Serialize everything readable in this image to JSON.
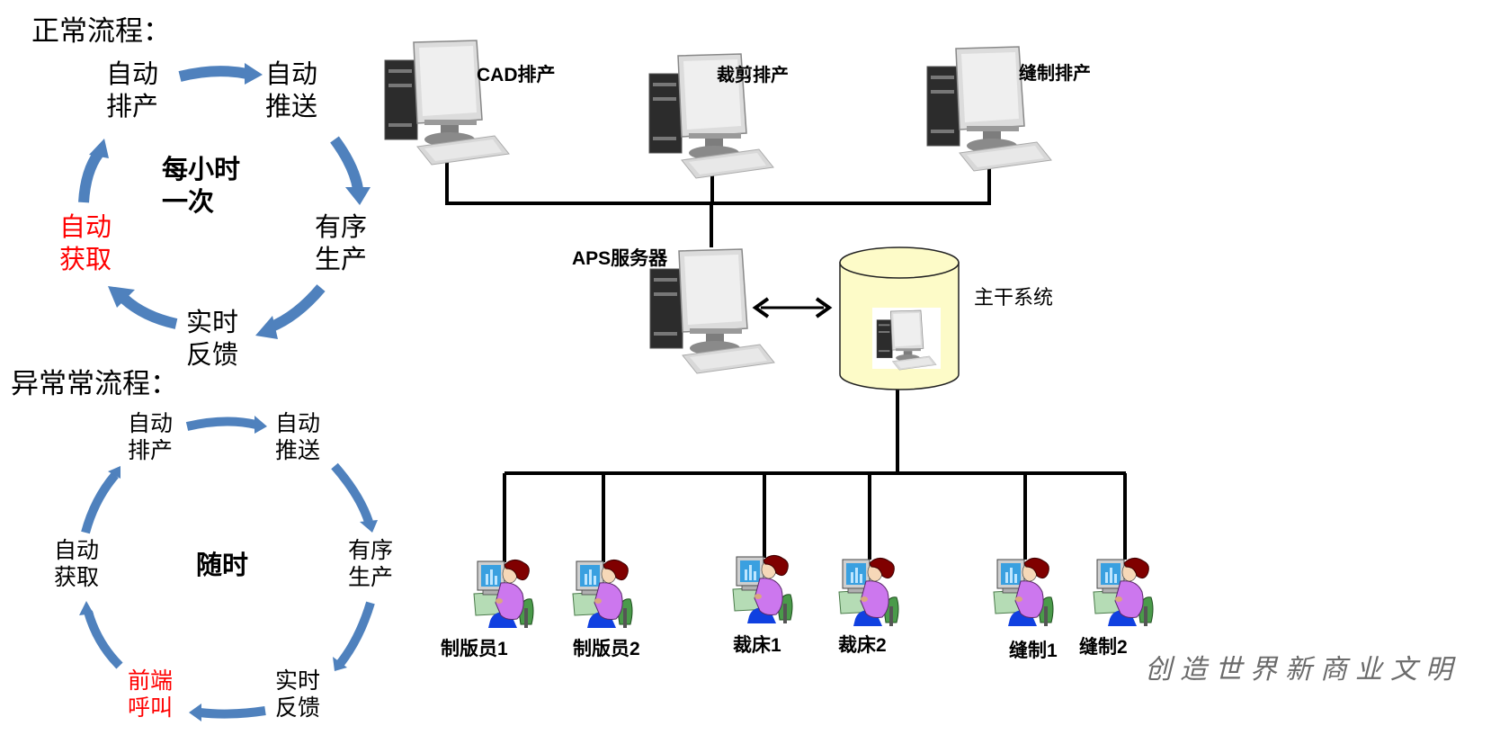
{
  "normal_flow": {
    "title": "正常流程：",
    "center": [
      "每小时",
      "一次"
    ],
    "steps": [
      {
        "line1": "自动",
        "line2": "排产",
        "color": "#000000"
      },
      {
        "line1": "自动",
        "line2": "推送",
        "color": "#000000"
      },
      {
        "line1": "有序",
        "line2": "生产",
        "color": "#000000"
      },
      {
        "line1": "实时",
        "line2": "反馈",
        "color": "#000000"
      },
      {
        "line1": "自动",
        "line2": "获取",
        "color": "#ff0000"
      }
    ]
  },
  "exception_flow": {
    "title": "异常常流程：",
    "center": "随时",
    "steps": [
      {
        "line1": "自动",
        "line2": "排产",
        "color": "#000000"
      },
      {
        "line1": "自动",
        "line2": "推送",
        "color": "#000000"
      },
      {
        "line1": "有序",
        "line2": "生产",
        "color": "#000000"
      },
      {
        "line1": "实时",
        "line2": "反馈",
        "color": "#000000"
      },
      {
        "line1": "前端",
        "line2": "呼叫",
        "color": "#ff0000"
      },
      {
        "line1": "自动",
        "line2": "获取",
        "color": "#000000"
      }
    ]
  },
  "network": {
    "top_nodes": [
      {
        "label": "CAD排产"
      },
      {
        "label": "裁剪排产"
      },
      {
        "label": "缝制排产"
      }
    ],
    "server": {
      "label": "APS服务器"
    },
    "backbone": {
      "label": "主干系统"
    },
    "terminals": [
      {
        "label": "制版员1"
      },
      {
        "label": "制版员2"
      },
      {
        "label": "裁床1"
      },
      {
        "label": "裁床2"
      },
      {
        "label": "缝制1"
      },
      {
        "label": "缝制2"
      }
    ]
  },
  "colors": {
    "arrow": "#4f81bd",
    "highlight": "#ff0000",
    "cylinder": "#fdfbc8",
    "line": "#000000"
  },
  "watermark": "创造世界新商业文明"
}
